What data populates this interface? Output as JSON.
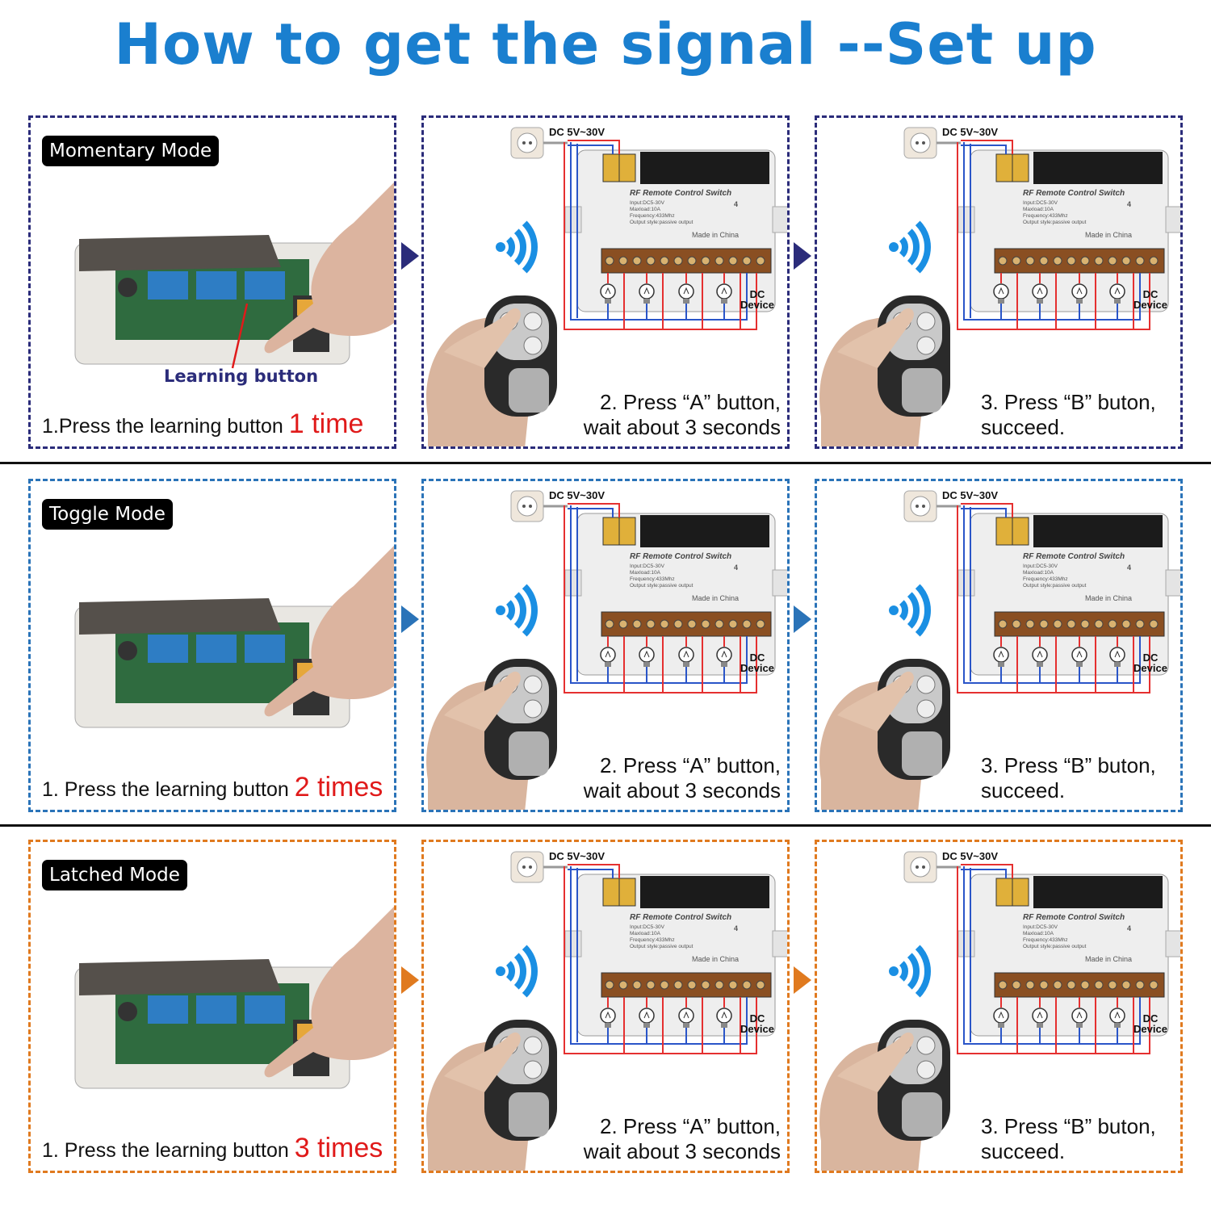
{
  "title": "How to get the signal --Set up",
  "colors": {
    "title": "#1a7fcf",
    "row1_border": "#2b2c7a",
    "row2_border": "#2a73b8",
    "row3_border": "#e07a1f",
    "times": "#e01a1a",
    "wifi": "#1a8fe3",
    "wire_red": "#e53030",
    "wire_blue": "#2a55c8"
  },
  "rows": [
    {
      "mode": "Momentary Mode",
      "step1_prefix": "1.Press the learning button",
      "step1_times": "1 time",
      "learning_label": "Learning button"
    },
    {
      "mode": "Toggle Mode",
      "step1_prefix": "1. Press the learning button",
      "step1_times": "2 times"
    },
    {
      "mode": "Latched Mode",
      "step1_prefix": "1. Press the learning button",
      "step1_times": "3 times"
    }
  ],
  "step2": {
    "line1": "2. Press “A” button,",
    "line2": "wait about 3 seconds"
  },
  "step3": {
    "line1": "3.  Press  “B”  buton,",
    "line2": "succeed."
  },
  "wiring": {
    "power_label": "DC 5V~30V",
    "device_line1": "DC",
    "device_line2": "Device",
    "board_title": "RF Remote Control Switch",
    "board_specs": [
      "Input:DC5-30V",
      "Maxload:10A",
      "Frequency:433Mhz",
      "Output style:passive output"
    ],
    "board_made": "Made in China",
    "board_channel": "4"
  },
  "icons": [
    "wifi-signal-icon",
    "remote-control-icon",
    "light-bulb-icon",
    "power-socket-icon",
    "arrow-right-icon"
  ]
}
